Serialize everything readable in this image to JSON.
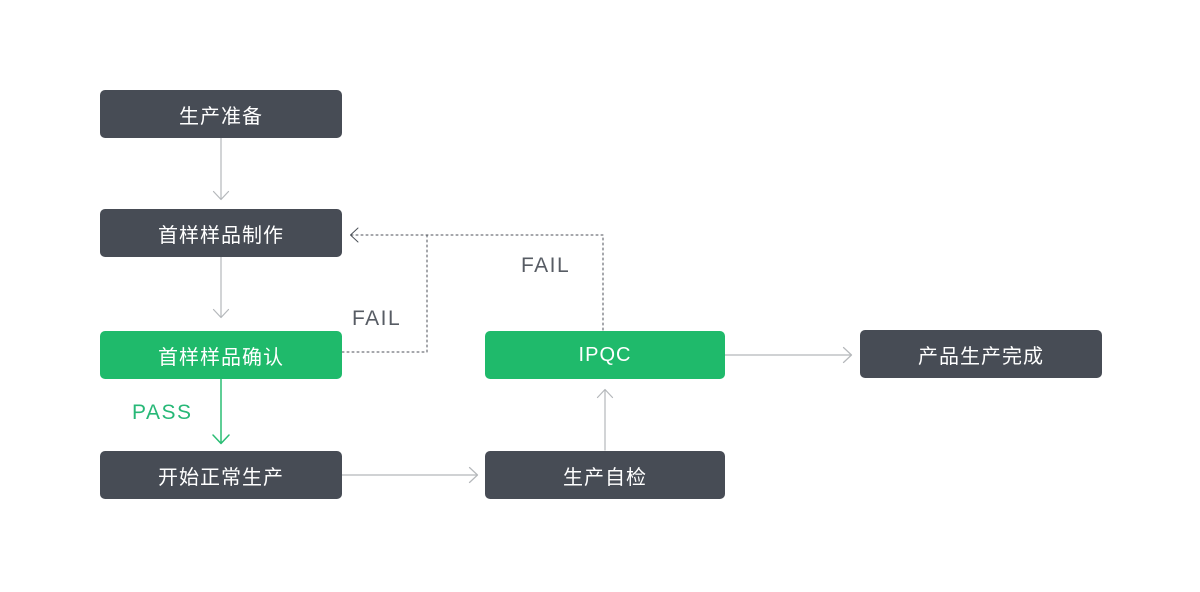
{
  "diagram": {
    "title": "production-quality-control-flowchart",
    "background": "#ffffff"
  },
  "colors": {
    "node_dark": "#474c55",
    "node_green": "#1fba6b",
    "node_text": "#ffffff",
    "arrow_gray": "#b5b8bb",
    "arrow_green": "#2abd74",
    "dashed_dark": "#4c5158",
    "pass_label": "#27b877",
    "fail_label": "#575c64"
  },
  "nodes": [
    {
      "id": "production-prep",
      "label": "生产准备",
      "variant": "dark"
    },
    {
      "id": "first-sample-making",
      "label": "首样样品制作",
      "variant": "dark"
    },
    {
      "id": "first-sample-confirm",
      "label": "首样样品确认",
      "variant": "green"
    },
    {
      "id": "start-normal-production",
      "label": "开始正常生产",
      "variant": "dark"
    },
    {
      "id": "production-self-check",
      "label": "生产自检",
      "variant": "dark"
    },
    {
      "id": "ipqc",
      "label": "IPQC",
      "variant": "green"
    },
    {
      "id": "product-complete",
      "label": "产品生产完成",
      "variant": "dark"
    }
  ],
  "edges": [
    {
      "from": "production-prep",
      "to": "first-sample-making",
      "style": "solid",
      "color": "gray",
      "label": ""
    },
    {
      "from": "first-sample-making",
      "to": "first-sample-confirm",
      "style": "solid",
      "color": "gray",
      "label": ""
    },
    {
      "from": "first-sample-confirm",
      "to": "start-normal-production",
      "style": "solid",
      "color": "green",
      "label": "PASS"
    },
    {
      "from": "start-normal-production",
      "to": "production-self-check",
      "style": "solid",
      "color": "gray",
      "label": ""
    },
    {
      "from": "production-self-check",
      "to": "ipqc",
      "style": "solid",
      "color": "gray",
      "label": ""
    },
    {
      "from": "ipqc",
      "to": "product-complete",
      "style": "solid",
      "color": "gray",
      "label": ""
    },
    {
      "from": "first-sample-confirm",
      "to": "first-sample-making",
      "style": "dashed",
      "color": "dark",
      "label": "FAIL"
    },
    {
      "from": "ipqc",
      "to": "first-sample-making",
      "style": "dashed",
      "color": "dark",
      "label": "FAIL"
    }
  ],
  "edge_labels": {
    "pass": "PASS",
    "fail_from_confirm": "FAIL",
    "fail_from_ipqc": "FAIL"
  }
}
